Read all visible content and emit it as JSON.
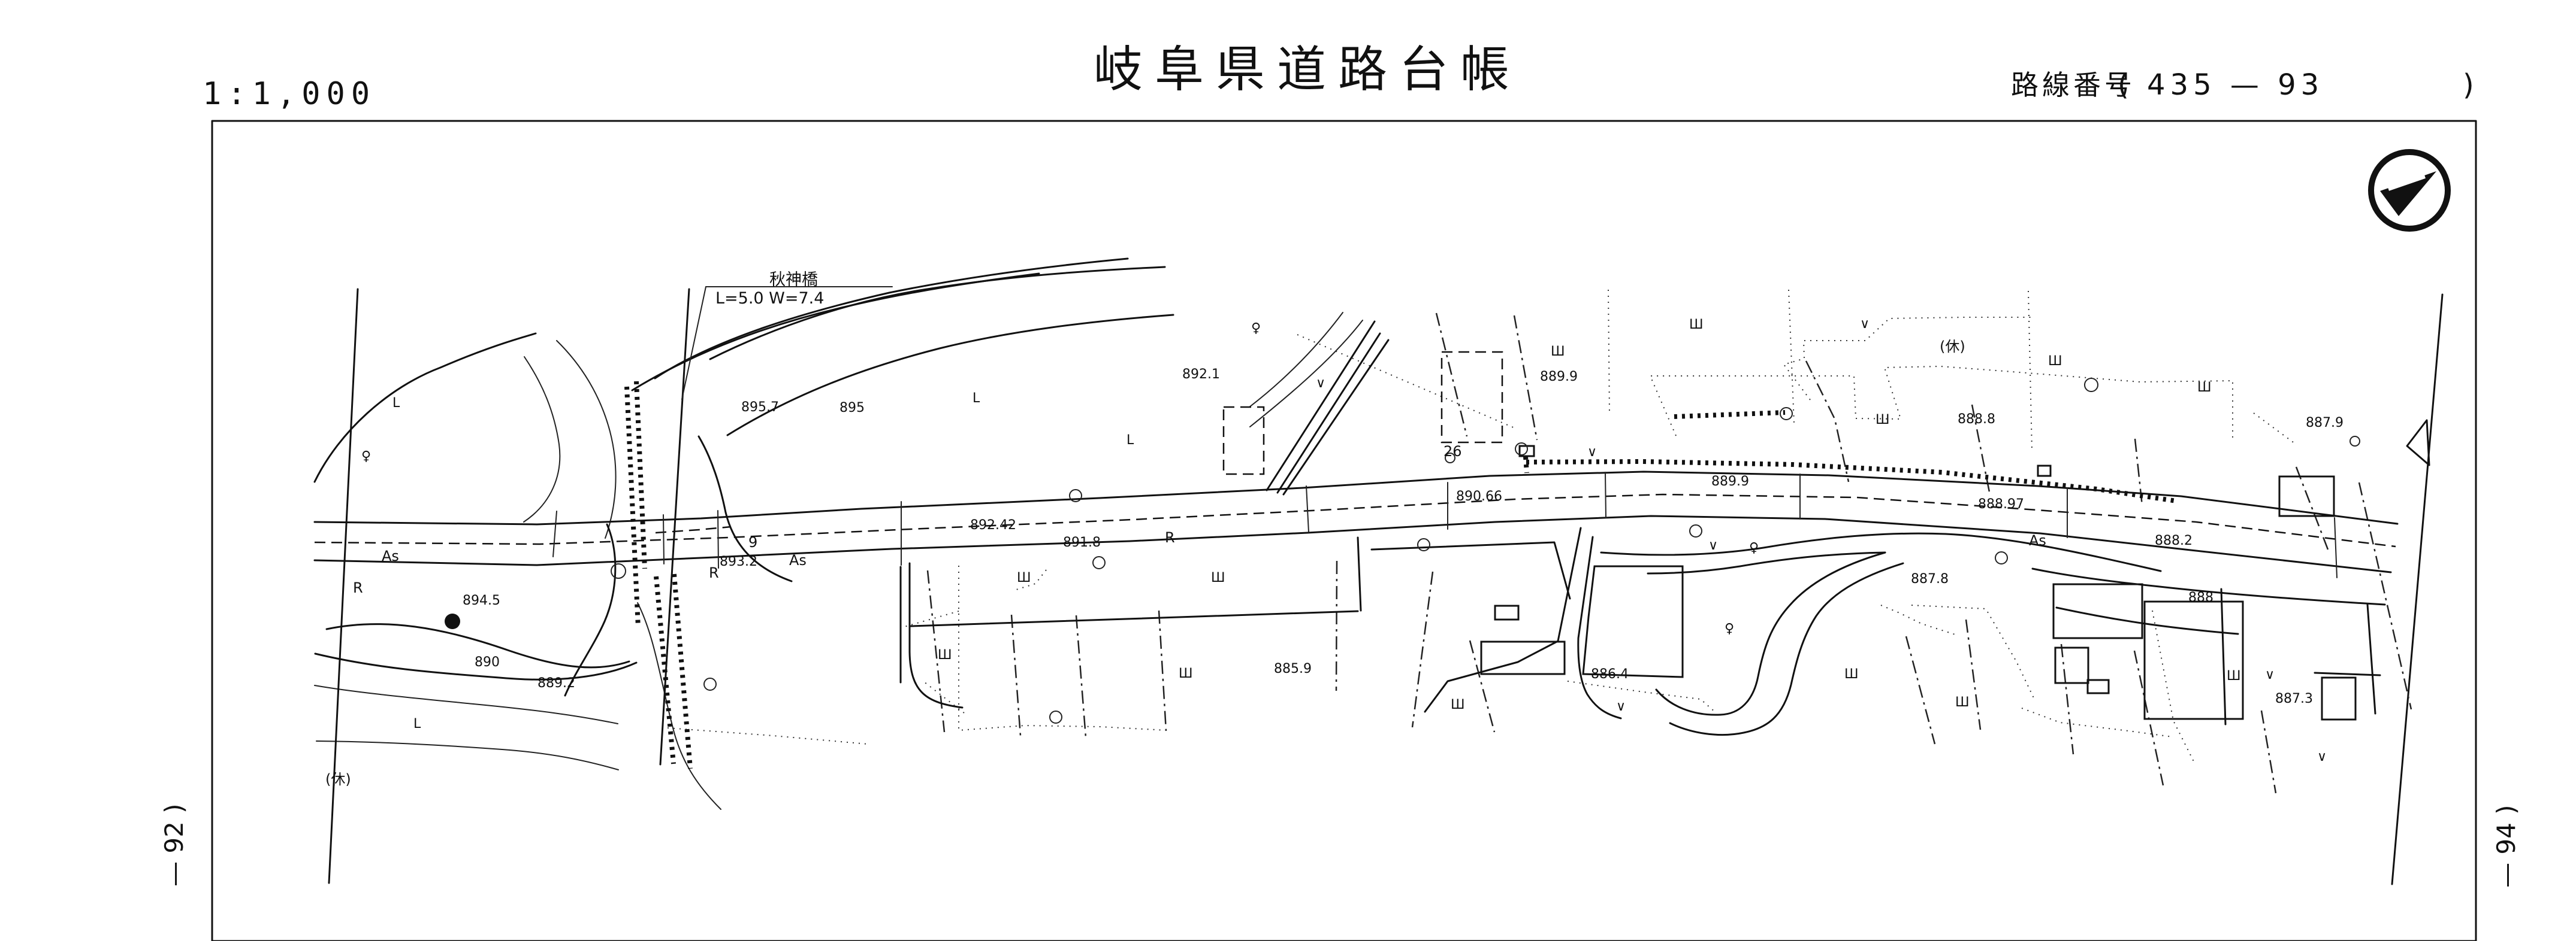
{
  "header": {
    "scale": "1:1,000",
    "title": "岐阜県道路台帳",
    "route_label": "路線番号",
    "route_open": "(",
    "route_number": "435 — 93",
    "route_close": ")"
  },
  "side_markers": {
    "left": "— 92 )",
    "right": "— 94 )"
  },
  "bridge": {
    "name": "秋神橋",
    "dimensions": "L=5.0 W=7.4"
  },
  "elevations": {
    "e895_7": "895.7",
    "e895": "895",
    "e894_5": "894.5",
    "e893_2": "893.2",
    "e892_42": "892.42",
    "e892_1": "892.1",
    "e891_8": "891.8",
    "e890_66": "890.66",
    "e890": "890",
    "e889_9_top": "889.9",
    "e889_9_mid": "889.9",
    "e889_2": "889.2",
    "e888_97": "888.97",
    "e888_8": "888.8",
    "e888_2": "888.2",
    "e888": "888",
    "e887_9": "887.9",
    "e887_8": "887.8",
    "e887_3": "887.3",
    "e886_4": "886.4",
    "e885_9": "885.9"
  },
  "map_labels": {
    "road_surface_left": "As",
    "road_surface_center": "As",
    "road_surface_right": "As",
    "road_mark_left": "R",
    "road_mark_center": "R",
    "road_mark_bridge": "R",
    "kilometer_left": "9",
    "kilometer_small": "26",
    "rest_area_top": "(休)",
    "rest_area_left": "(休)"
  },
  "colors": {
    "ink": "#111111",
    "paper": "#ffffff"
  },
  "icons": {
    "north_arrow": "north-arrow-icon"
  }
}
